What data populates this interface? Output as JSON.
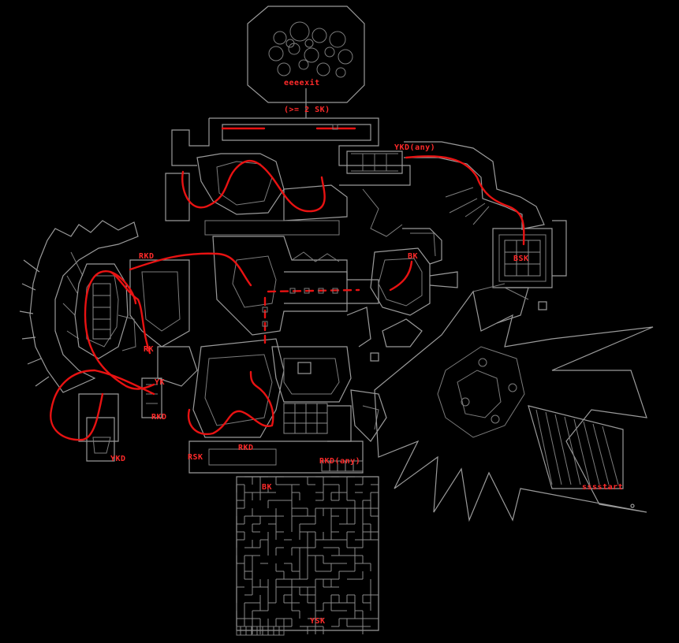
{
  "colors": {
    "background": "#000000",
    "walls": "#9a9a9a",
    "route": "#e81212",
    "labels": "#ff2a2a"
  },
  "labels": {
    "exit": "eeeexit",
    "exit_req": "(>= 2 SK)",
    "ykd_any": "YKD(any)",
    "bsk": "BSK",
    "bk_mid": "BK",
    "rkd_west": "RKD",
    "rk": "RK",
    "yk": "YK",
    "rkd_south": "RKD",
    "ykd": "YKD",
    "rsk": "RSK",
    "rkd_center": "RKD",
    "rkd_any": "RKD(any)",
    "bk_maze": "BK",
    "ysk": "YSK",
    "start": "sssstart"
  }
}
